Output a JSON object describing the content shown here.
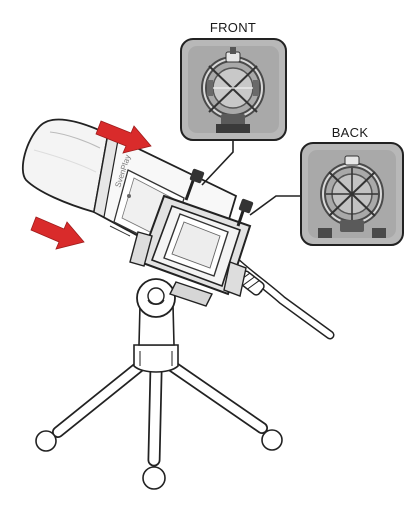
{
  "labels": {
    "front": "FRONT",
    "back": "BACK",
    "brand": "SvenPlay"
  },
  "colors": {
    "arrow": "#d92b2b",
    "inset_bg": "#b3b3b3",
    "outline": "#222222"
  },
  "icons": {
    "arrow": "arrow-right-icon"
  }
}
